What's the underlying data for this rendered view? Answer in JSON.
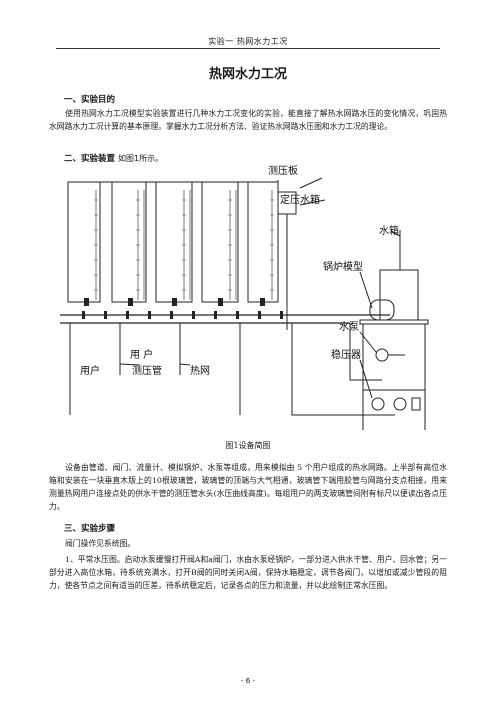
{
  "header": {
    "running_title": "实验一      热网水力工况"
  },
  "document": {
    "title": "热网水力工况",
    "sections": [
      {
        "heading": "一、实验目的",
        "paragraph": "使用热网水力工况模型实验装置进行几种水力工况变化的实验，能直接了解热水网路水压的变化情况，巩固热水网路水力工况计算的基本原理。掌握水力工况分析方法、验证热水网路水压图和水力工况的理论。"
      },
      {
        "heading": "二、实验装置",
        "heading_note": "如图1所示。"
      }
    ],
    "figure": {
      "labels": {
        "pressure_board": "测压板",
        "constant_pressure_tank": "定压水箱",
        "water_tank": "水箱",
        "boiler_model": "锅炉模型",
        "water_pump": "水泵",
        "stabilizer": "稳压器",
        "user_top": "用  户",
        "user": "用户",
        "pressure_tube": "测压管",
        "heating_network": "热网"
      },
      "caption": "图1设备简图"
    },
    "description": "设备由管道、阀门、流量计、模拟锅炉、水泵等组成，用来模拟由 5 个用户组成的热水网路。上半部有高位水箱和安装在一块垂直木版上的10根玻璃管，玻璃管的顶端与大气相通，玻璃管下端用胶管与网路分支点相接，用来测量热网用户连接点处的供水干管的测压管水头(水压曲线高度)。每组用户的两支玻璃管间附有标尺以便读出各点压力。",
    "section3": {
      "heading": "三、实验步骤",
      "intro": "阀门操作见系统图。",
      "step1": "1、平常水压图。启动水泵缓慢打开阀A和a阀门，水由水泵经锅炉，一部分进入供水干管、用户、回水管；另一部分进入高位水箱，待系统充满水，打开B阀的同时关闭A阀，保持水箱稳定，调节各阀门，以增加或减少管段的阻力，使各节点之间有适当的压差，待系统稳定后，记录各点的压力和流量，并以此绘制正常水压图。"
    }
  },
  "footer": {
    "page_number": "- 6 -"
  }
}
